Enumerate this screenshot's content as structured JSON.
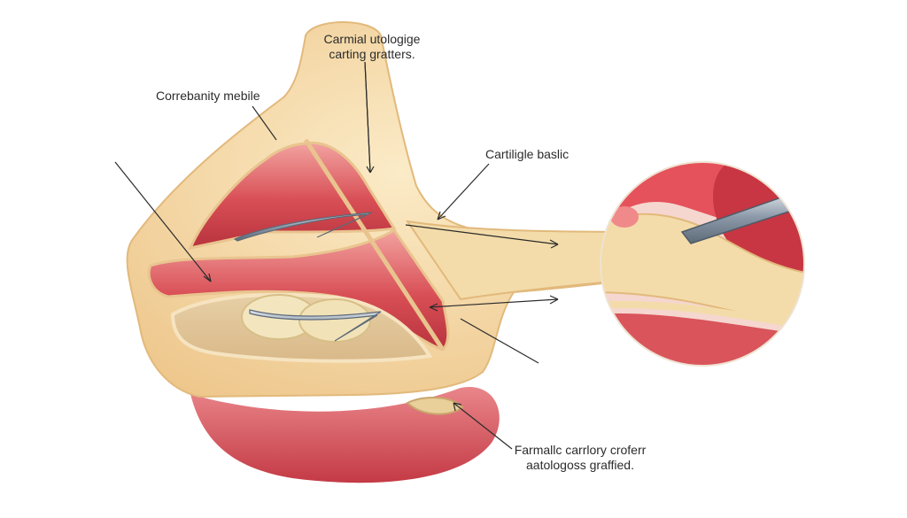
{
  "labels": {
    "top": {
      "line1": "Carmial utologige",
      "line2": "carting gratters."
    },
    "left": "Correbanity mebile",
    "mid": "Cartiligle baslic",
    "bottom": {
      "line1": "Farmallc carrlory croferr",
      "line2": "aatologoss graffied."
    }
  },
  "colors": {
    "cartilage": "#f5deb0",
    "cartilage_edge": "#e2b97c",
    "tissue_red": "#d4464f",
    "tissue_pink": "#ee9a9a",
    "bone": "#efe3bd",
    "instrument": "#9aa7b5",
    "line": "#2b2b2b"
  }
}
